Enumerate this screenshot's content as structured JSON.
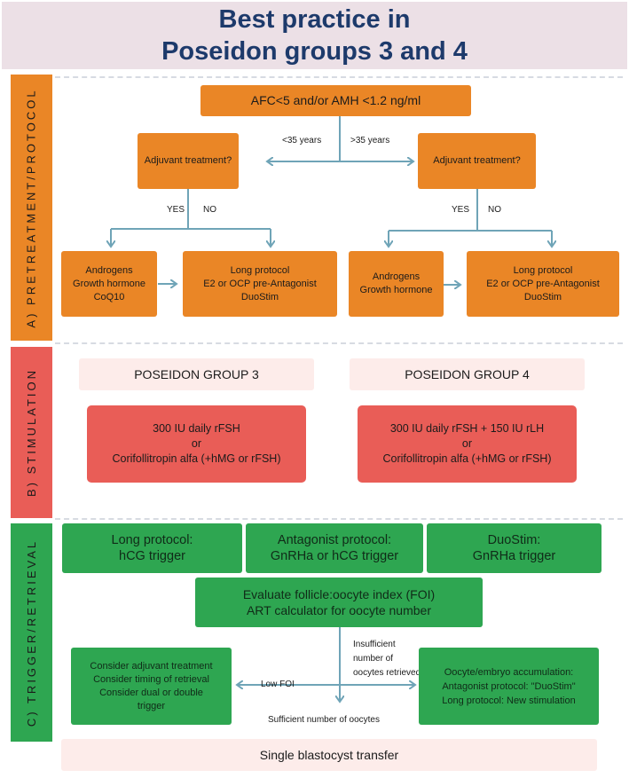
{
  "title": {
    "line1": "Best practice in",
    "line2": "Poseidon groups 3 and 4"
  },
  "sections": {
    "a_label": "A) PRETREATMENT/PROTOCOL",
    "b_label": "B) STIMULATION",
    "c_label": "C) TRIGGER/RETRIEVAL"
  },
  "pretreatment": {
    "top_box": "AFC<5 and/or AMH <1.2 ng/ml",
    "left_age": "<35 years",
    "right_age": ">35 years",
    "left_question": "Adjuvant treatment?",
    "right_question": "Adjuvant treatment?",
    "left_yes": "YES",
    "left_no": "NO",
    "right_yes": "YES",
    "right_no": "NO",
    "left_adjuvant": "Androgens\nGrowth hormone\nCoQ10",
    "left_protocol": "Long protocol\nE2 or OCP pre-Antagonist\nDuoStim",
    "right_adjuvant": "Androgens\nGrowth hormone",
    "right_protocol": "Long protocol\nE2 or OCP pre-Antagonist\nDuoStim"
  },
  "stimulation": {
    "group3_label": "POSEIDON GROUP 3",
    "group4_label": "POSEIDON GROUP 4",
    "group3_regimen": "300 IU daily rFSH\nor\nCorifollitropin alfa (+hMG or rFSH)",
    "group4_regimen": "300 IU daily rFSH + 150 IU rLH\nor\nCorifollitropin alfa (+hMG or rFSH)"
  },
  "trigger": {
    "long_protocol": "Long protocol:\nhCG trigger",
    "antagonist_protocol": "Antagonist protocol:\nGnRHa or hCG trigger",
    "duostim": "DuoStim:\nGnRHa trigger",
    "evaluate": "Evaluate follicle:oocyte index (FOI)\nART calculator for oocyte number",
    "low_foi": "Low FOI",
    "insufficient": "Insufficient\nnumber of\noocytes retrieved",
    "sufficient": "Sufficient number of oocytes",
    "consider_box": "Consider adjuvant treatment\nConsider timing of retrieval\nConsider dual or double\ntrigger",
    "accumulation_box": "Oocyte/embryo accumulation:\nAntagonist protocol: \"DuoStim\"\nLong protocol: New stimulation"
  },
  "final": {
    "transfer": "Single blastocyst transfer"
  },
  "colors": {
    "title": "#1d3a6b",
    "header_bg": "#ece0e6",
    "orange": "#ea8626",
    "red": "#e95d57",
    "green": "#2ea651",
    "pink": "#fdecea",
    "arrow": "#6fa4b7"
  }
}
